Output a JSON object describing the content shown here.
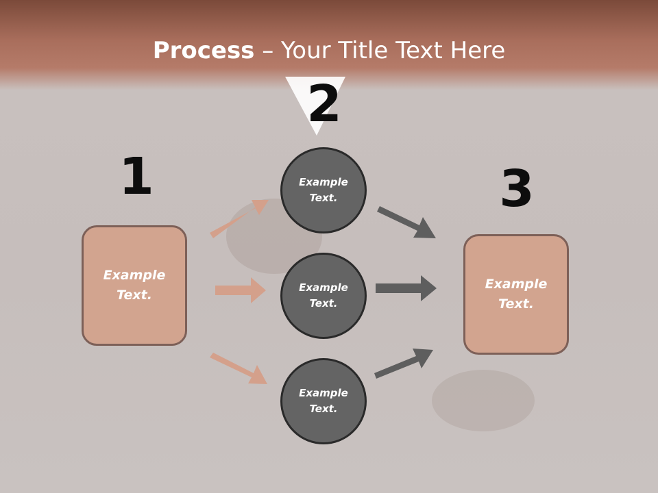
{
  "title": {
    "bold": "Process",
    "rest": " – Your Title Text Here"
  },
  "steps": [
    {
      "number": "1",
      "text": "Example Text."
    },
    {
      "number": "2"
    },
    {
      "number": "3",
      "text": "Example Text."
    }
  ],
  "circles": [
    {
      "text": "Example Text."
    },
    {
      "text": "Example Text."
    },
    {
      "text": "Example Text."
    }
  ],
  "colors": {
    "header": "#a96e5c",
    "box_fill": "#d2a48f",
    "box_border": "#7d6058",
    "circle_fill": "#646464",
    "arrow_left": "#d4a08b",
    "arrow_right": "#5e5e5e"
  }
}
